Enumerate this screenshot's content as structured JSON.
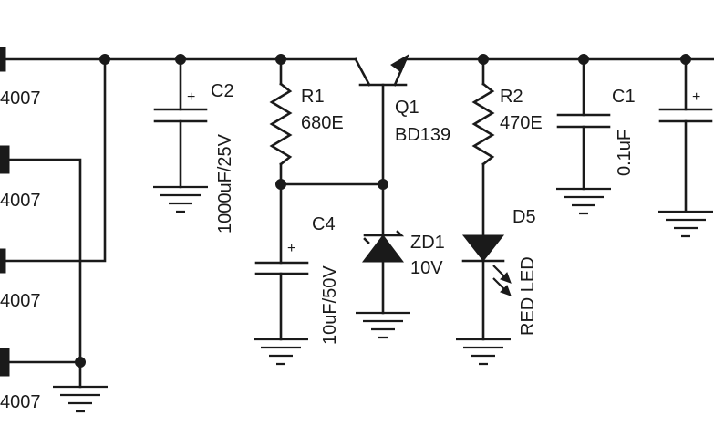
{
  "diode_labels": [
    "4007",
    "4007",
    "4007",
    "4007"
  ],
  "components": {
    "c2": {
      "ref": "C2",
      "value": "1000uF/25V",
      "polarity": "+"
    },
    "r1": {
      "ref": "R1",
      "value": "680E"
    },
    "q1": {
      "ref": "Q1",
      "value": "BD139"
    },
    "r2": {
      "ref": "R2",
      "value": "470E"
    },
    "c1": {
      "ref": "C1",
      "value": "0.1uF"
    },
    "c4": {
      "ref": "C4",
      "value": "10uF/50V",
      "polarity": "+"
    },
    "zd1": {
      "ref": "ZD1",
      "value": "10V"
    },
    "d5": {
      "ref": "D5",
      "value": "RED LED"
    },
    "c_right": {
      "polarity": "+"
    }
  },
  "colors": {
    "ink": "#1a1a1a",
    "background": "#ffffff"
  }
}
